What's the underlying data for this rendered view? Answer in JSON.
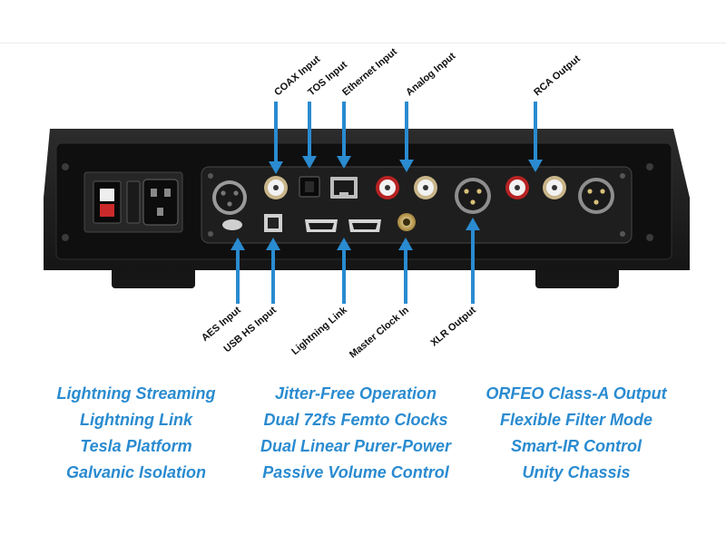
{
  "connectors": {
    "top": [
      "COAX Input",
      "TOS Input",
      "Ethernet Input",
      "Analog Input",
      "RCA Output"
    ],
    "bottom": [
      "AES Input",
      "USB HS Input",
      "Lightning Link",
      "Master Clock In",
      "XLR Output"
    ]
  },
  "features": [
    [
      "Lightning Streaming",
      "Lightning Link",
      "Tesla Platform",
      "Galvanic Isolation"
    ],
    [
      "Jitter-Free Operation",
      "Dual 72fs Femto Clocks",
      "Dual Linear Purer-Power",
      "Passive Volume Control"
    ],
    [
      "ORFEO Class-A Output",
      "Flexible Filter Mode",
      "Smart-IR Control",
      "Unity Chassis"
    ]
  ],
  "colors": {
    "accent": "#2a8bd0",
    "chassis": "#1c1c1c",
    "panel": "#121212"
  }
}
